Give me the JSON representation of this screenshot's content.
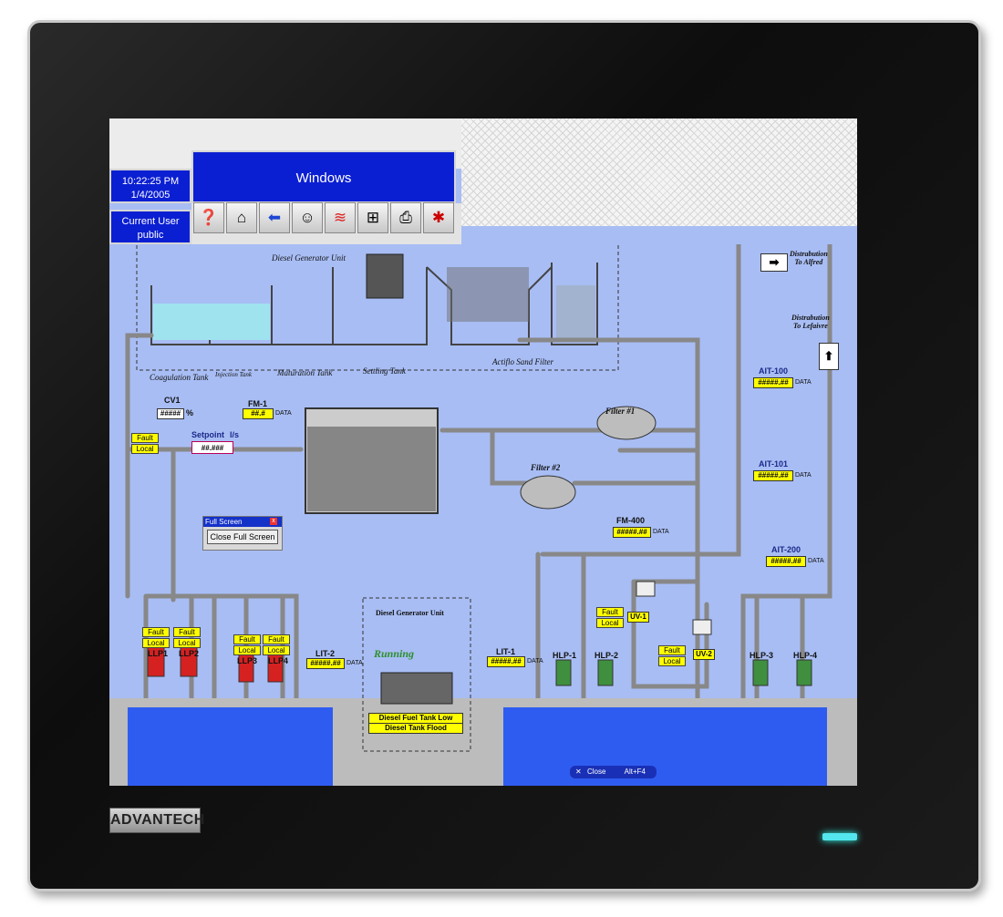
{
  "device": {
    "brand": "ADVANTECH"
  },
  "header": {
    "time": "10:22:25 PM",
    "date": "1/4/2005",
    "title": "Windows",
    "user_label": "Current User",
    "user_name": "public"
  },
  "toolbar": {
    "icons": [
      "help-book-icon",
      "home-icon",
      "back-arrow-icon",
      "operator-icon",
      "trend-chart-icon",
      "network-icon",
      "printer-icon",
      "alarm-icon"
    ]
  },
  "process": {
    "diesel_unit_top": "Diesel Generator Unit",
    "stages": [
      "Coagulation Tank",
      "Injection Tank",
      "Maturation Tank",
      "Settling Tank",
      "Actiflo Sand Filter"
    ],
    "cv1": {
      "label": "CV1",
      "value": "#####",
      "unit": "%"
    },
    "fault_text": "Fault",
    "local_text": "Local",
    "setpoint": {
      "label": "Setpoint",
      "unit": "l/s",
      "value": "##.###"
    },
    "fm1": {
      "label": "FM-1",
      "value": "##.#",
      "tag": "DATA"
    },
    "filter1": "Filter #1",
    "filter2": "Filter #2",
    "fm400": {
      "label": "FM-400",
      "value": "#####.##",
      "tag": "DATA"
    },
    "dist_alfred": "Distrabution\nTo Alfred",
    "dist_lefaivre": "Distrabution\nTo Lefaivre",
    "ait100": {
      "label": "AIT-100",
      "value": "#####.##",
      "tag": "DATA"
    },
    "ait101": {
      "label": "AIT-101",
      "value": "#####.##",
      "tag": "DATA"
    },
    "ait200": {
      "label": "AIT-200",
      "value": "#####.##",
      "tag": "DATA"
    },
    "uv1": "UV-1",
    "uv2": "UV-2",
    "lit2": {
      "label": "LIT-2",
      "value": "#####.##",
      "tag": "DATA"
    },
    "lit1": {
      "label": "LIT-1",
      "value": "#####.##",
      "tag": "DATA"
    },
    "pumps_low": [
      "LLP1",
      "LLP2",
      "LLP3",
      "LLP4"
    ],
    "pumps_high": [
      "HLP-1",
      "HLP-2",
      "HLP-3",
      "HLP-4"
    ],
    "gen_box": {
      "title": "Diesel Generator Unit",
      "status": "Running",
      "alarm1": "Diesel Fuel Tank Low",
      "alarm2": "Diesel Tank Flood"
    }
  },
  "dialog": {
    "title": "Full Screen",
    "button": "Close Full Screen"
  },
  "taskbar": {
    "close": "Close",
    "shortcut": "Alt+F4"
  },
  "colors": {
    "screen_bg": "#a8bdf4",
    "header_blue": "#0b1fd2",
    "alarm_yellow": "#ffff00",
    "water_blue": "#2f5cf0",
    "led": "#53e6ee",
    "running_green": "#2d8f2d"
  }
}
